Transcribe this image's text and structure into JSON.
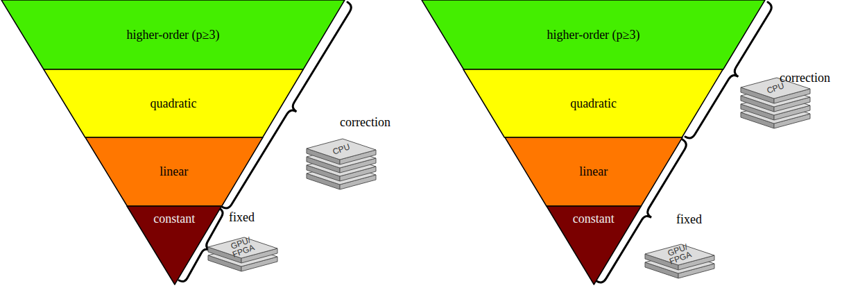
{
  "diagram": {
    "nodes": [
      {
        "text": [
          "higher-order (p≥3)"
        ]
      },
      {
        "text": [
          "quadratic"
        ]
      },
      {
        "text": [
          "linear"
        ]
      },
      {
        "text": [
          "constant"
        ]
      },
      {
        "text": [
          "higher-order (p≥3)"
        ]
      },
      {
        "text": [
          "quadratic"
        ]
      },
      {
        "text": [
          "linear"
        ]
      },
      {
        "text": [
          "constant"
        ]
      }
    ],
    "labels": [
      "correction",
      "CPU",
      "fixed",
      "GPU/ FPGA",
      "correction",
      "CPU",
      "fixed",
      "GPU/ FPGA"
    ]
  }
}
